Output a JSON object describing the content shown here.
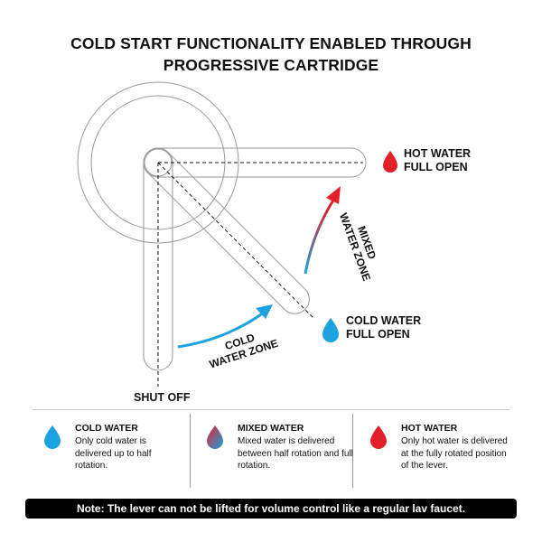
{
  "title": {
    "line1": "COLD START FUNCTIONALITY ENABLED THROUGH",
    "line2": "PROGRESSIVE CARTRIDGE"
  },
  "diagram": {
    "hot_water_full_open": {
      "line1": "HOT WATER",
      "line2": "FULL OPEN"
    },
    "cold_water_full_open": {
      "line1": "COLD WATER",
      "line2": "FULL OPEN"
    },
    "shut_off": "SHUT OFF",
    "cold_water_zone": {
      "line1": "COLD",
      "line2": "WATER ZONE"
    },
    "mixed_water_zone": {
      "line1": "MIXED",
      "line2": "WATER ZONE"
    }
  },
  "legend": [
    {
      "heading": "COLD WATER",
      "description": "Only cold water is delivered up to half rotation.",
      "icon": "cold-drop-icon"
    },
    {
      "heading": "MIXED WATER",
      "description": "Mixed water is delivered between half rotation and full rotation.",
      "icon": "mixed-drop-icon"
    },
    {
      "heading": "HOT WATER",
      "description": "Only hot water is delivered at the fully rotated position of the lever.",
      "icon": "hot-drop-icon"
    }
  ],
  "note": "Note: The lever can not be lifted for volume control like a regular lav faucet.",
  "colors": {
    "cold": "#1aa3e0",
    "hot": "#e3202a",
    "ink": "#111111",
    "outline": "#9a9a9a"
  }
}
